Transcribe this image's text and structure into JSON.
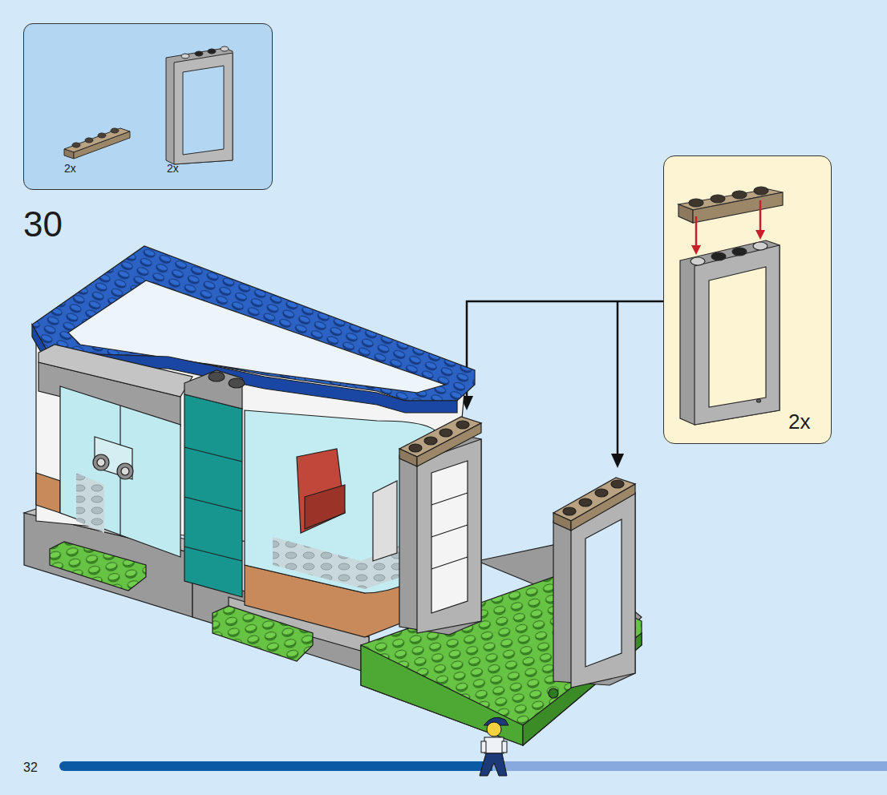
{
  "diagram": {
    "nodes": [
      {
        "text": [
          "2x",
          "2x"
        ]
      },
      {
        "text": [
          "2x"
        ]
      }
    ],
    "labels": [
      "30",
      "32"
    ]
  }
}
